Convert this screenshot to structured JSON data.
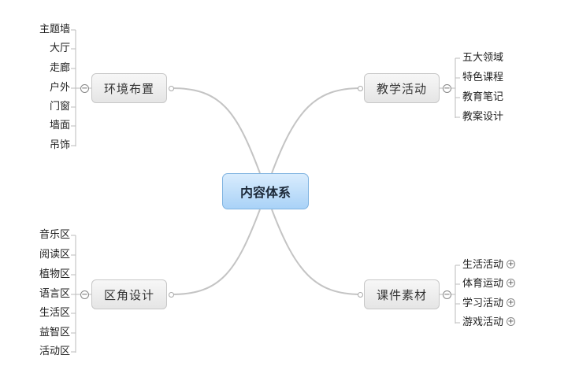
{
  "central": {
    "label": "内容体系"
  },
  "topics": {
    "environment": {
      "label": "环境布置",
      "items": [
        "主题墙",
        "大厅",
        "走廊",
        "户外",
        "门窗",
        "墙面",
        "吊饰"
      ]
    },
    "teaching": {
      "label": "教学活动",
      "items": [
        "五大领域",
        "特色课程",
        "教育笔记",
        "教案设计"
      ]
    },
    "corner": {
      "label": "区角设计",
      "items": [
        "音乐区",
        "阅读区",
        "植物区",
        "语言区",
        "生活区",
        "益智区",
        "活动区"
      ]
    },
    "courseware": {
      "label": "课件素材",
      "items": [
        "生活活动",
        "体育运动",
        "学习活动",
        "游戏活动"
      ]
    }
  },
  "controls": {
    "collapse_symbol": "−",
    "expand_symbol": "+"
  }
}
